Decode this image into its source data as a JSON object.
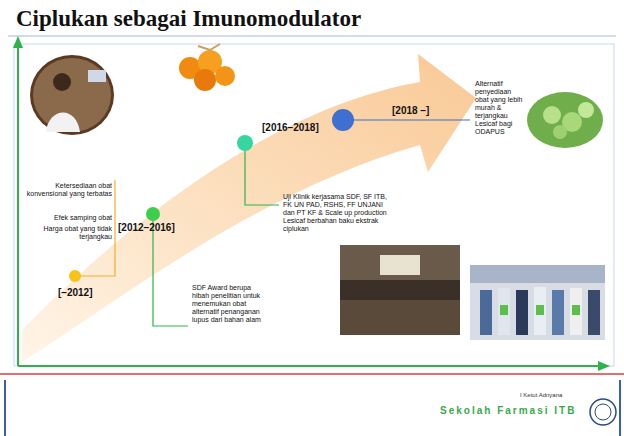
{
  "diagram": {
    "title": "Ciplukan sebagai Imunomodulator",
    "labels": [
      "Ketersediaan obat konvensional yang terbatas",
      "Efek samping obat",
      "Harga obat yang tidak terjangkau",
      "[–2012]",
      "[2012–2016]",
      "SDF Award berupa hibah penelitian untuk menemukan obat alternatif penanganan lupus dari bahan alam",
      "[2016–2018]",
      "Uji Klinik kerjasama SDF, SF ITB, FK UN PAD, RSHS, FF UNJANI dan PT KF & Scale up production Lesicaf berbahan baku ekstrak ciplukan",
      "[2018 –]",
      "Alternatif penyediaan obat yang lebih murah & terjangkau Lesicaf bagi ODAPUS",
      "I Ketut Adnyana",
      "Sekolah Farmasi ITB"
    ]
  }
}
